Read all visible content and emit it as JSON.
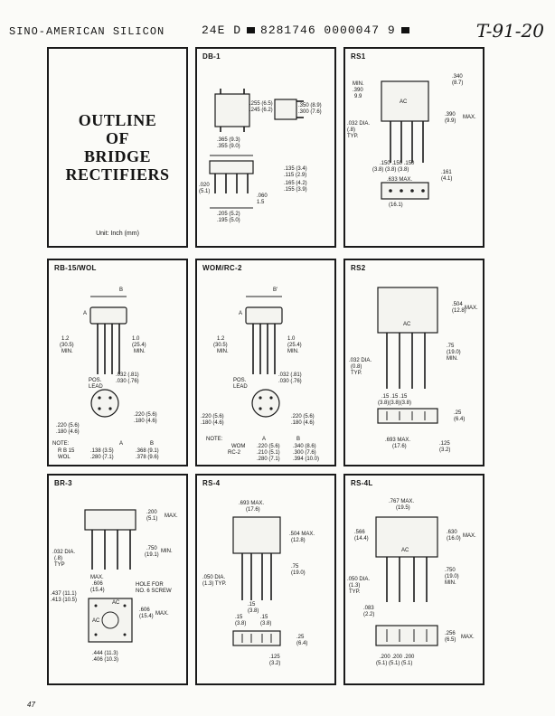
{
  "header": {
    "company": "SINO-AMERICAN SILICON",
    "catalog_code": "24E D",
    "barcode_text": "8281746 0000047 9",
    "ref_code": "T-91-20"
  },
  "title_panel": {
    "lines": [
      "OUTLINE",
      "OF",
      "BRIDGE",
      "RECTIFIERS"
    ],
    "unit": "Unit: Inch (mm)"
  },
  "panels": {
    "db1": {
      "label": "DB-1",
      "dims": [
        ".255 (6.5)",
        ".245 (6.2)",
        ".350 (8.9)",
        ".300 (7.6)",
        ".365 (9.3)",
        ".355 (9.0)",
        ".135 (3.4)",
        ".115 (2.9)",
        ".165 (4.2)",
        ".155 (3.9)",
        ".020",
        "(5.1)",
        ".060",
        "1.5",
        ".205 (5.2)",
        ".195 (5.0)"
      ]
    },
    "rs1": {
      "label": "RS1",
      "dims": [
        "MIN.",
        ".390",
        "9.9",
        ".340",
        "(8.7)",
        "AC",
        ".390",
        "(9.9)",
        "MAX.",
        ".032 DIA.",
        "(.8)",
        "TYP.",
        ".150 .150 .150",
        "(3.8) (3.8) (3.8)",
        ".633 MAX.",
        "(16.1)",
        ".161",
        "(4.1)"
      ]
    },
    "rb15": {
      "label": "RB-15/WOL",
      "dims": [
        "B",
        "A",
        "1.2",
        "(30.5)",
        "MIN.",
        "1.0",
        "(25.4)",
        "MIN.",
        ".032 (.81)",
        ".030 (.76)",
        "POS.",
        "LEAD",
        ".220 (5.6)",
        ".180 (4.6)",
        ".220 (5.6)",
        ".180 (4.6)"
      ],
      "note": {
        "label": "NOTE:",
        "header": [
          "A",
          "B"
        ],
        "rows": [
          [
            "R B 15",
            ".138 (3.5)",
            ".368 (9.1)"
          ],
          [
            "WOL",
            ".280 (7.1)",
            ".378 (9.6)"
          ]
        ]
      }
    },
    "wom": {
      "label": "WOM/RC-2",
      "dims": [
        "B'",
        "A",
        "1.2",
        "(30.5)",
        "MIN.",
        "1.0",
        "(25.4)",
        "MIN.",
        ".032 (.81)",
        ".030 (.76)",
        "POS.",
        "LEAD",
        ".220 (5.6)",
        ".180 (4.6)",
        ".220 (5.6)",
        ".180 (4.6)"
      ],
      "note": {
        "label": "NOTE:",
        "header": [
          "A",
          "B"
        ],
        "rows": [
          [
            "WOM",
            ".220 (5.6)",
            ".340 (8.6)"
          ],
          [
            "RC-2",
            ".210 (5.1)",
            ".300 (7.6)"
          ],
          [
            "",
            ".280 (7.1)",
            ".394 (10.0)"
          ]
        ]
      }
    },
    "rs2": {
      "label": "RS2",
      "dims": [
        ".504",
        "(12.8)",
        "MAX.",
        "AC",
        ".75",
        "(19.0)",
        "MIN.",
        ".032 DIA.",
        "(0.8)",
        "TYP.",
        ".15 .15 .15",
        "(3.8)(3.8)(3.8)",
        ".25",
        "(6.4)",
        ".693 MAX.",
        "(17.6)",
        ".125",
        "(3.2)"
      ]
    },
    "br3": {
      "label": "BR-3",
      "dims": [
        ".200",
        "(5.1)",
        "MAX.",
        ".032 DIA.",
        "(.8)",
        "TYP",
        ".750",
        "(19.1)",
        "MIN.",
        "MAX.",
        ".606",
        "(15.4)",
        "HOLE FOR",
        "NO. 6 SCREW",
        ".437 (11.1)",
        ".413 (10.5)",
        "AC",
        "AC",
        ".606",
        "(15.4)",
        "MAX.",
        ".444 (11.3)",
        ".406 (10.3)"
      ]
    },
    "rs4": {
      "label": "RS-4",
      "dims": [
        ".693 MAX.",
        "(17.6)",
        ".504 MAX.",
        "(12.8)",
        ".050 DIA.",
        "(1.3) TYP.",
        ".75",
        "(19.0)",
        ".15",
        "(3.8)",
        ".15",
        "(3.8)",
        ".15",
        "(3.8)",
        ".25",
        "(6.4)",
        ".125",
        "(3.2)"
      ]
    },
    "rs4l": {
      "label": "RS-4L",
      "dims": [
        ".767 MAX.",
        "(19.5)",
        ".566",
        "(14.4)",
        ".630",
        "(16.0)",
        "MAX.",
        "AC",
        ".050 DIA.",
        "(1.3)",
        "TYP.",
        ".750",
        "(19.0)",
        "MIN.",
        ".083",
        "(2.2)",
        ".256",
        "(6.5)",
        "MAX.",
        ".200 .200 .200",
        "(5.1) (5.1) (5.1)"
      ]
    }
  },
  "page_number": "47"
}
